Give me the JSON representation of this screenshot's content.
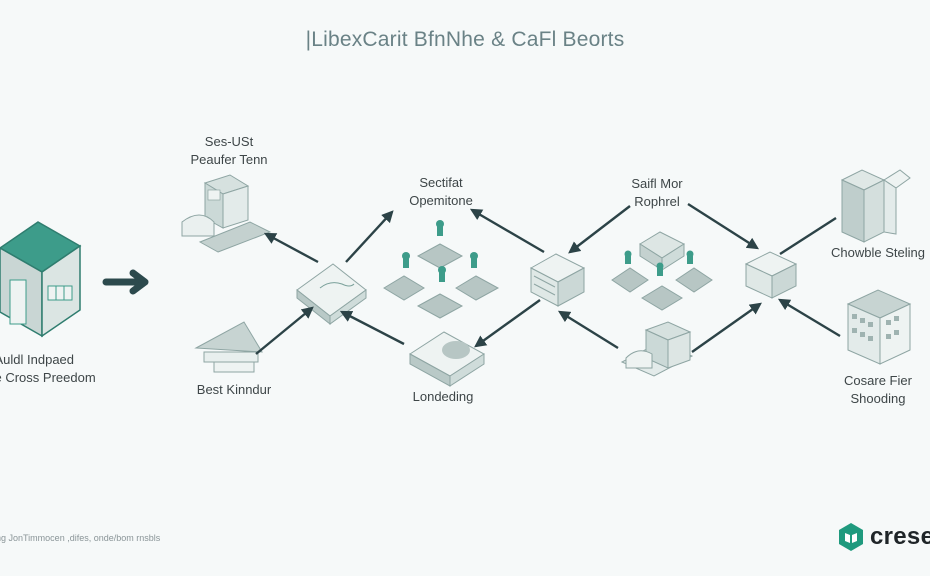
{
  "title": "|LibexCarit BfnNhe & CaFl Beorts",
  "nodes": {
    "source": {
      "label_line1": "t Auldl Indpaed",
      "label_line2": "ce Cross Preedom",
      "icon": "house-cube-icon"
    },
    "top_left": {
      "label_line1": "Ses-USt",
      "label_line2": "Peaufer Tenn",
      "icon": "factory-icon"
    },
    "bottom_left": {
      "label": "Best Kinndur",
      "icon": "roof-shelter-icon"
    },
    "hub_left": {
      "icon": "map-tile-icon"
    },
    "cluster_top_center": {
      "label_line1": "Sectifat",
      "label_line2": "Opemitone",
      "icon": "chess-pieces-icon"
    },
    "bottom_center": {
      "label": "Londeding",
      "icon": "map-box-icon"
    },
    "hub_center": {
      "icon": "server-box-icon"
    },
    "cluster_top_right": {
      "label_line1": "Saifl Mor",
      "label_line2": "Rophrel",
      "icon": "chess-pieces-icon"
    },
    "bottom_right_center": {
      "icon": "factory-icon"
    },
    "hub_right": {
      "icon": "device-box-icon"
    },
    "far_right_top": {
      "label": "Chowble Steling",
      "icon": "tall-cabinet-icon"
    },
    "far_right_bottom": {
      "label_line1": "Cosare Fier",
      "label_line2": "Shooding",
      "icon": "office-building-icon"
    }
  },
  "footer": {
    "note": "ng JonTimmocen ,difes, onde/bom rnsbls",
    "brand_name": "crese",
    "brand_icon": "book-hexagon-icon"
  },
  "colors": {
    "accent": "#3d9c8a",
    "arrow": "#2c4347",
    "node_fill": "#cfdbd9",
    "node_stroke": "#8ea5a3",
    "text": "#3e4648"
  }
}
